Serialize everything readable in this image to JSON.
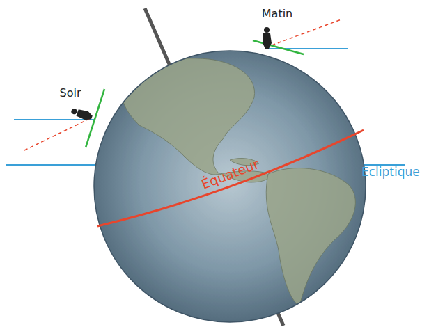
{
  "diagram": {
    "labels": [
      "Matin",
      "Soir",
      "Équateur",
      "Écliptique"
    ]
  }
}
